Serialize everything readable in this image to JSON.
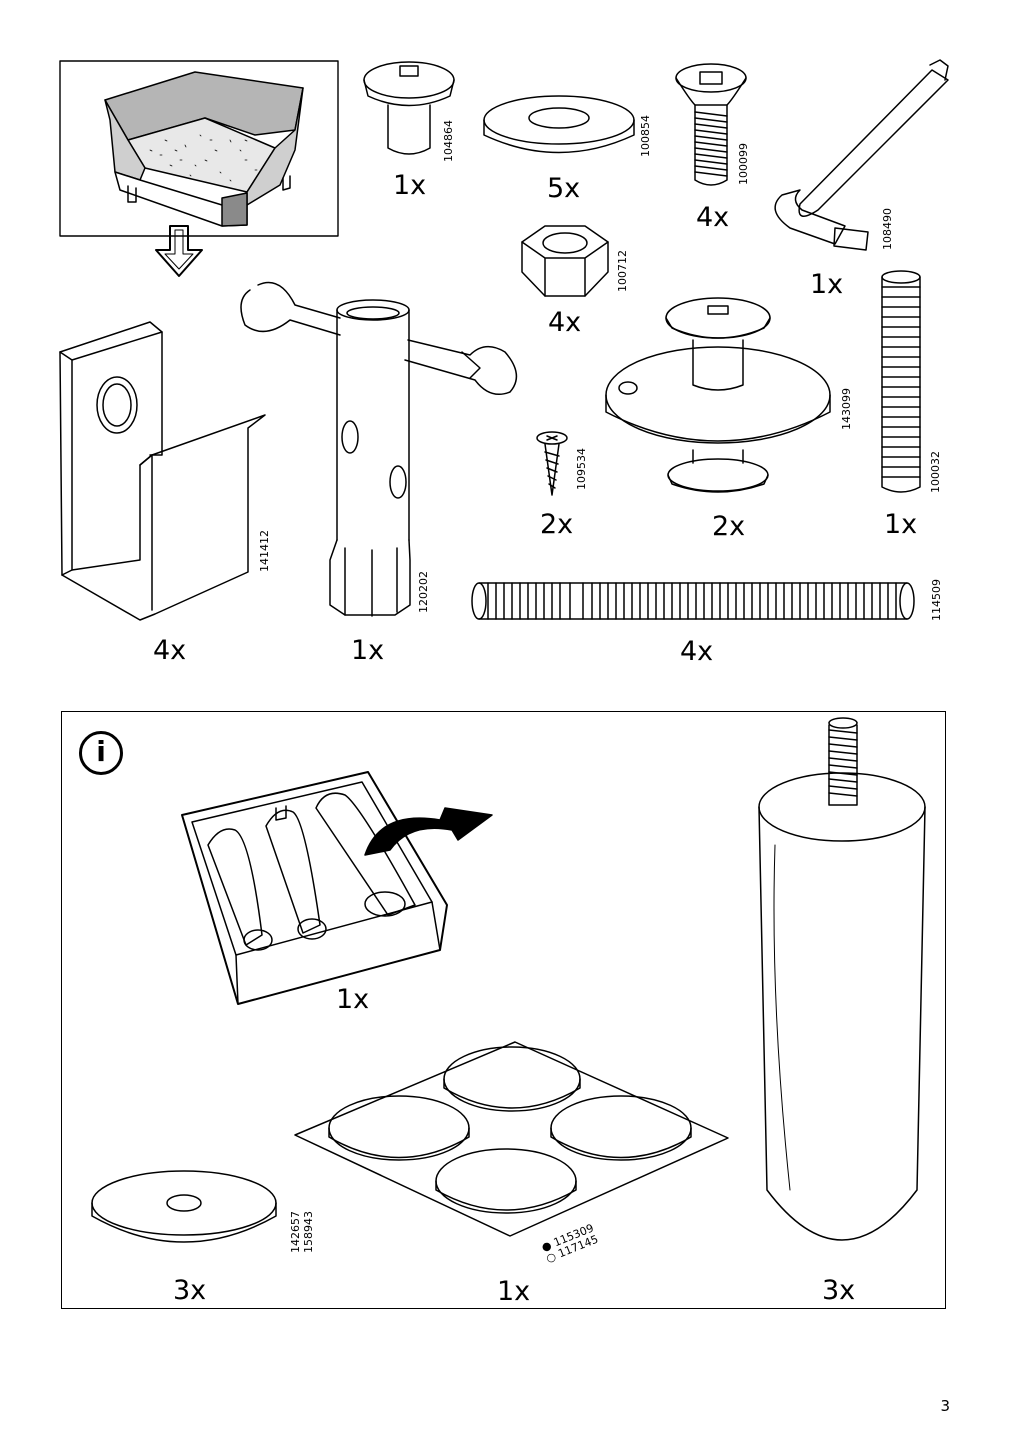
{
  "parts": [
    {
      "id": "sofa",
      "code": "",
      "qty": ""
    },
    {
      "id": "screw_head_cap",
      "code": "104864",
      "qty": "1x"
    },
    {
      "id": "washer_small",
      "code": "100854",
      "qty": "5x"
    },
    {
      "id": "countersunk_bolt",
      "code": "100099",
      "qty": "4x"
    },
    {
      "id": "allen_key",
      "code": "108490",
      "qty": "1x"
    },
    {
      "id": "hex_nut",
      "code": "100712",
      "qty": "4x"
    },
    {
      "id": "bracket",
      "code": "141412",
      "qty": "4x"
    },
    {
      "id": "socket_wrench",
      "code": "120202",
      "qty": "1x"
    },
    {
      "id": "wood_screw",
      "code": "109534",
      "qty": "2x"
    },
    {
      "id": "connector_disc",
      "code": "143099",
      "qty": "2x"
    },
    {
      "id": "threaded_rod_short",
      "code": "100032",
      "qty": "1x"
    },
    {
      "id": "threaded_rod_long",
      "code": "114509",
      "qty": "4x"
    }
  ],
  "info": {
    "icon": "info-icon",
    "icon_text": "i",
    "box_qty": "1x",
    "washer_codes": [
      "142657",
      "158943"
    ],
    "washer_qty": "3x",
    "pads_codes": [
      "● 115309",
      "○ 117145"
    ],
    "pads_qty": "1x",
    "leg_qty": "3x"
  },
  "page_number": "3"
}
